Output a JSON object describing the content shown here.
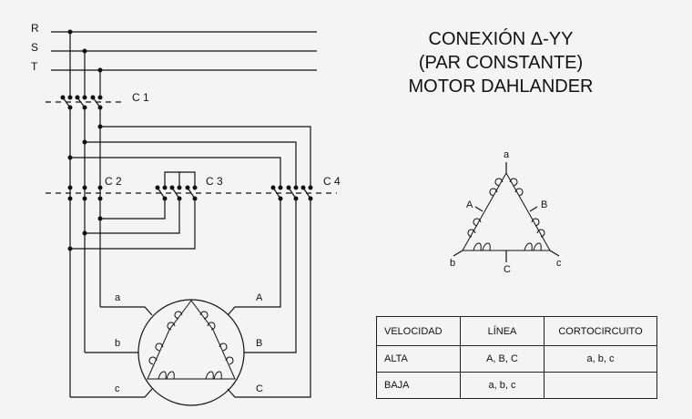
{
  "title": {
    "line1": "CONEXIÓN  Δ-YY",
    "line2": "(PAR CONSTANTE)",
    "line3": "MOTOR DAHLANDER"
  },
  "supply_lines": {
    "r": "R",
    "s": "S",
    "t": "T"
  },
  "contactors": {
    "c1": "C 1",
    "c2": "C 2",
    "c3": "C 3",
    "c4": "C 4"
  },
  "motor_terminals": {
    "a": "a",
    "b": "b",
    "c": "c",
    "A": "A",
    "B": "B",
    "C": "C"
  },
  "winding_diagram": {
    "a": "a",
    "b": "b",
    "c": "c",
    "A": "A",
    "B": "B",
    "C": "C"
  },
  "table": {
    "headers": [
      "VELOCIDAD",
      "LÍNEA",
      "CORTOCIRCUITO"
    ],
    "rows": [
      [
        "ALTA",
        "A, B, C",
        "a, b, c"
      ],
      [
        "BAJA",
        "a, b, c",
        ""
      ]
    ]
  }
}
